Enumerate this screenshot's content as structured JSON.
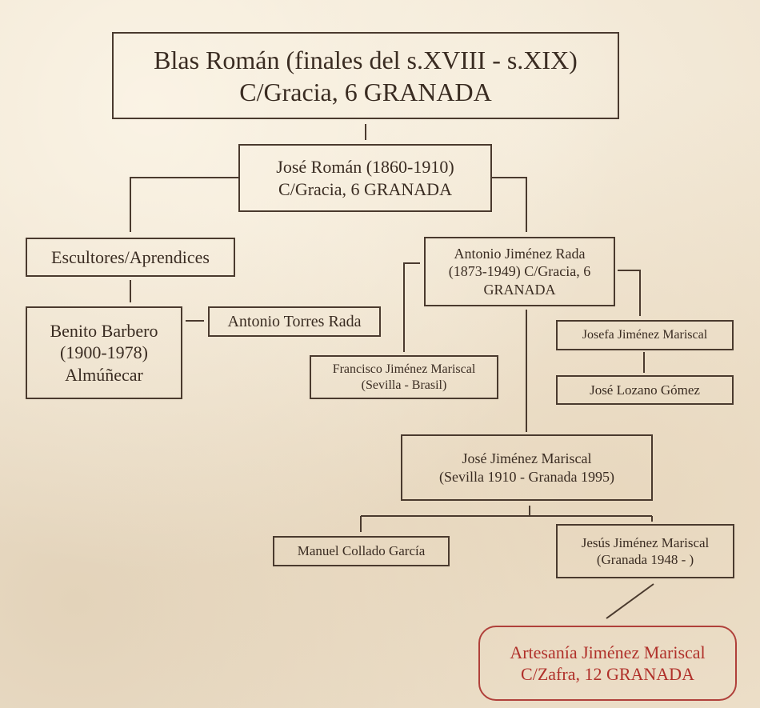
{
  "nodes": {
    "blas": {
      "line1": "Blas Román (finales del s.XVIII - s.XIX)",
      "line2": "C/Gracia, 6 GRANADA"
    },
    "jose_roman": {
      "line1": "José Román (1860-1910)",
      "line2": "C/Gracia, 6 GRANADA"
    },
    "escultores": {
      "line1": "Escultores/Aprendices"
    },
    "antonio_jimenez_rada": {
      "line1": "Antonio Jiménez Rada",
      "line2": "(1873-1949) C/Gracia, 6",
      "line3": "GRANADA"
    },
    "benito": {
      "line1": "Benito Barbero",
      "line2": "(1900-1978)",
      "line3": "Almúñecar"
    },
    "antonio_torres": {
      "line1": "Antonio Torres Rada"
    },
    "francisco": {
      "line1": "Francisco Jiménez Mariscal",
      "line2": "(Sevilla - Brasil)"
    },
    "josefa": {
      "line1": "Josefa Jiménez Mariscal"
    },
    "jose_lozano": {
      "line1": "José Lozano Gómez"
    },
    "jose_jimenez": {
      "line1": "José Jiménez Mariscal",
      "line2": "(Sevilla 1910 - Granada 1995)"
    },
    "manuel": {
      "line1": "Manuel Collado García"
    },
    "jesus": {
      "line1": "Jesús Jiménez Mariscal",
      "line2": "(Granada 1948 - )"
    },
    "artesania": {
      "line1": "Artesanía Jiménez Mariscal",
      "line2": "C/Zafra, 12 GRANADA"
    }
  },
  "colors": {
    "line": "#4a3a2e",
    "highlight": "#b0302a"
  }
}
